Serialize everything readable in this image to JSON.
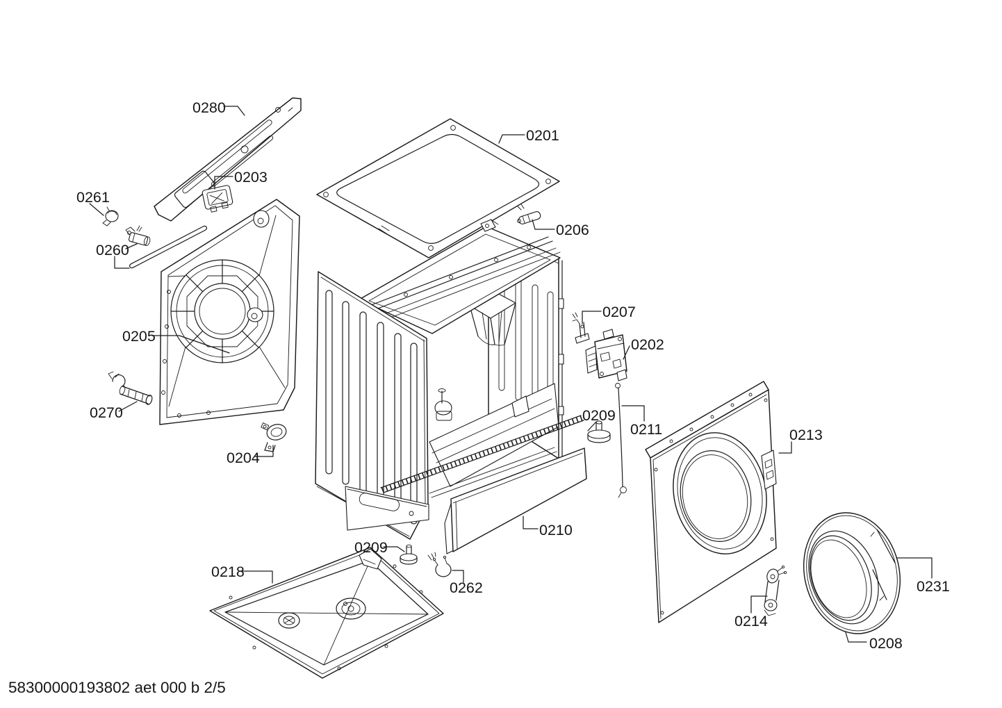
{
  "diagram": {
    "background": "#ffffff",
    "ink": "#1a1a1a",
    "footer": "58300000193802 aet 000 b 2/5",
    "callouts": {
      "c0280": "0280",
      "c0201": "0201",
      "c0203": "0203",
      "c0261": "0261",
      "c0260": "0260",
      "c0206": "0206",
      "c0205": "0205",
      "c0270": "0270",
      "c0204": "0204",
      "c0207": "0207",
      "c0202": "0202",
      "c0209_right": "0209",
      "c0211": "0211",
      "c0213": "0213",
      "c0210": "0210",
      "c0209_left": "0209",
      "c0218": "0218",
      "c0262": "0262",
      "c0214": "0214",
      "c0231": "0231",
      "c0208": "0208"
    }
  }
}
